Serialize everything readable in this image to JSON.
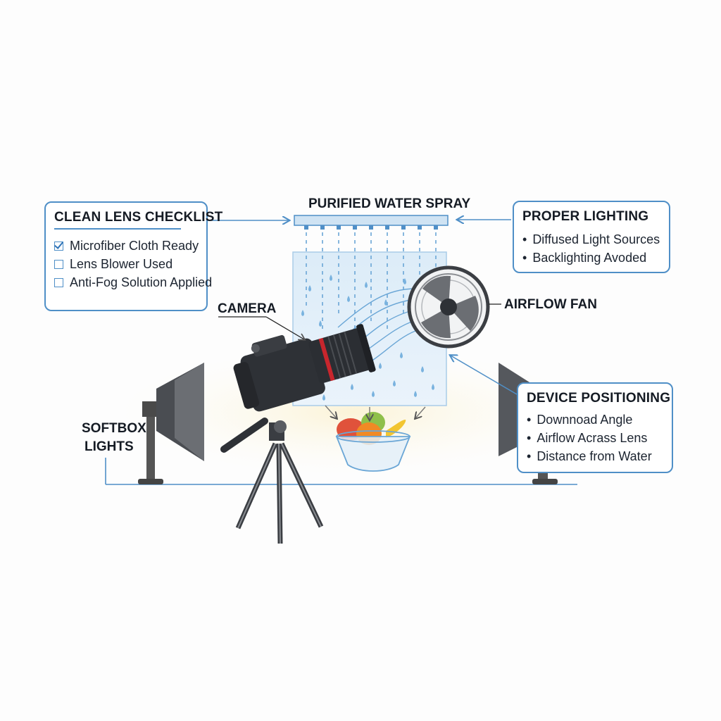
{
  "checklist": {
    "title": "CLEAN LENS CHECKLIST",
    "items": [
      {
        "label": "Microfiber Cloth Ready",
        "checked": true
      },
      {
        "label": "Lens Blower Used",
        "checked": false
      },
      {
        "label": "Anti-Fog Solution Applied",
        "checked": false
      }
    ]
  },
  "lighting": {
    "title": "PROPER LIGHTING",
    "items": [
      "Diffused Light Sources",
      "Backlighting Avoded"
    ]
  },
  "positioning": {
    "title": "DEVICE POSITIONING",
    "items": [
      "Downnoad Angle",
      "Airflow Acrass Lens",
      "Distance from Water"
    ]
  },
  "labels": {
    "spray": "PURIFIED WATER SPRAY",
    "camera": "CAMERA",
    "fan": "AIRFLOW FAN",
    "softbox_line1": "SOFTBOX",
    "softbox_line2": "LIGHTS"
  },
  "colors": {
    "accent": "#4f8fc7",
    "water": "#d9ebf8",
    "lens_ring": "#c8262d",
    "camera_body": "#2e3136"
  }
}
